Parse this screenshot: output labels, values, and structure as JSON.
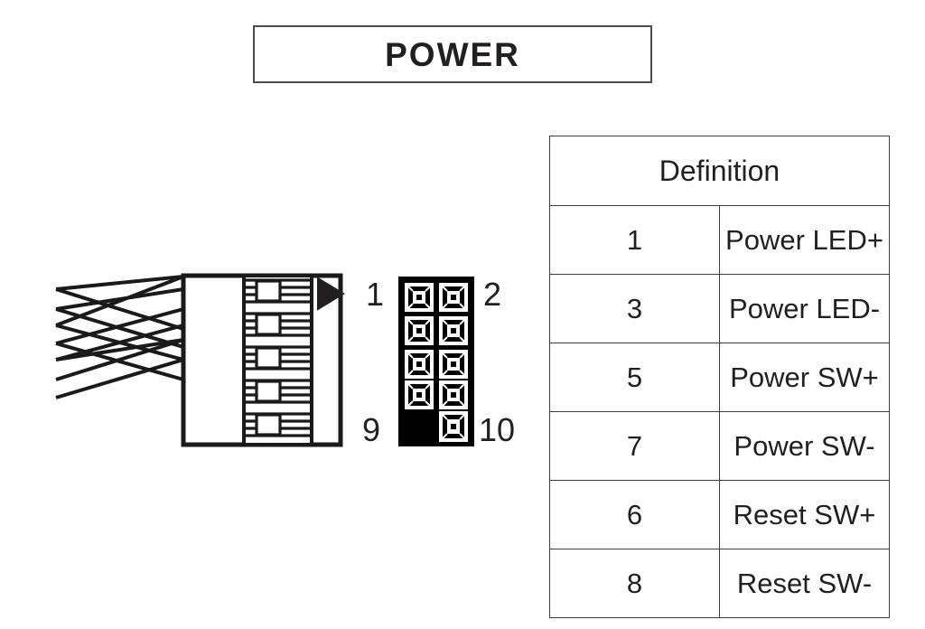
{
  "title": {
    "label": "POWER"
  },
  "diagram": {
    "connector": {
      "name": "front-panel-cable-connector",
      "pin1_marker_icon": "triangle-right-icon",
      "slot_count": 5,
      "wire_count": 9
    },
    "header": {
      "name": "motherboard-pin-header",
      "rows": 5,
      "columns": 2,
      "blocked_pin": 9,
      "corner_labels": {
        "top_left": "1",
        "top_right": "2",
        "bottom_left": "9",
        "bottom_right": "10"
      }
    }
  },
  "table": {
    "header": {
      "definition": "Definition"
    },
    "rows": [
      {
        "pin": "1",
        "definition": "Power LED+"
      },
      {
        "pin": "3",
        "definition": "Power LED-"
      },
      {
        "pin": "5",
        "definition": "Power SW+"
      },
      {
        "pin": "7",
        "definition": "Power SW-"
      },
      {
        "pin": "6",
        "definition": "Reset SW+"
      },
      {
        "pin": "8",
        "definition": "Reset SW-"
      }
    ]
  },
  "colors": {
    "ink": "#231f20",
    "rule": "#3d3d42",
    "paper": "#ffffff"
  }
}
